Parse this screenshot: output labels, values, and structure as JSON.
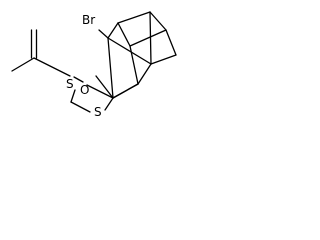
{
  "molecule": {
    "atoms": {
      "bromine": "Br",
      "oxygen": "O",
      "sulfur_upper": "S",
      "sulfur_lower": "S"
    },
    "colors": {
      "bond": "#000000",
      "label": "#000000",
      "background": "#ffffff"
    }
  }
}
